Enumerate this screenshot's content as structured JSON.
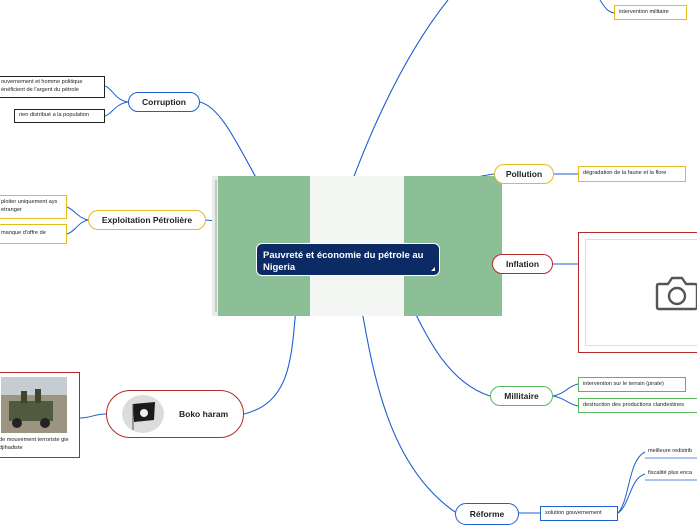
{
  "central": {
    "title": "Pauvreté et économie du pétrole au Nigeria"
  },
  "colors": {
    "blue": "#1f5fd0",
    "yellow": "#e2bd1e",
    "red": "#b42a2a",
    "green": "#58b85a",
    "dark": "#222222",
    "flag_green": "#8cbf95",
    "central_bg": "#0c2a63"
  },
  "nodes": {
    "corruption": {
      "label": "Corruption",
      "leaves": [
        "ouvernement et homme politique énéficient de l'argent du pétrole",
        "rien distribué a la population"
      ]
    },
    "exploitation": {
      "label": "Exploitation Pétrolière",
      "leaves": [
        "ploiter uniquement ays etranger",
        "manque d'offre de"
      ]
    },
    "boko": {
      "label": "Boko haram",
      "image_caption": "de mouvement terroriste gie djihadiste"
    },
    "pollution": {
      "label": "Pollution",
      "leaves": [
        "dégradation de la faune et la flore"
      ]
    },
    "inflation": {
      "label": "Inflation",
      "image_icon": "camera-icon"
    },
    "militaire": {
      "label": "Millitaire",
      "leaves": [
        "intervention sur le terrain (pirate)",
        "destruction des productions clandestines"
      ]
    },
    "reforme": {
      "label": "Réforme",
      "leaves": [
        "solution gouvernement"
      ],
      "sub_leaves": [
        "meilleure redistrib",
        "fiscalité plus enca"
      ]
    },
    "top": {
      "leaves": [
        "intervention militaire"
      ]
    }
  }
}
